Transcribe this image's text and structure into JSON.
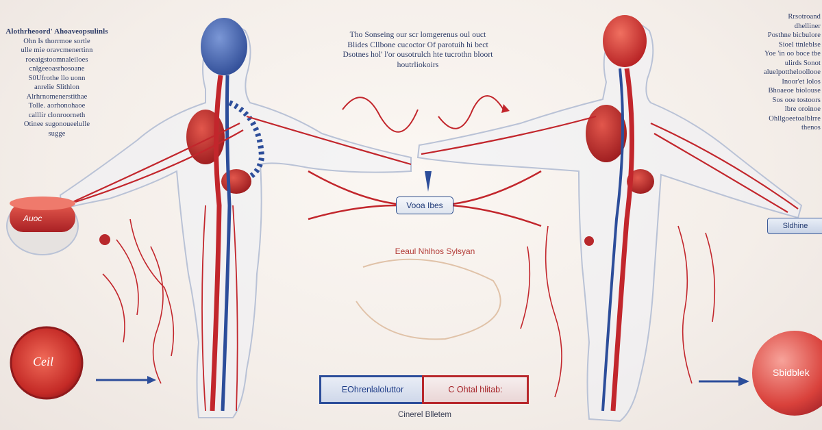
{
  "left_text": {
    "heading": "Alothrheoord' Ahoaveopsulinls",
    "lines": [
      "Ohn Is thorrmoe sortle",
      "ulle mie oravcmenertinn",
      "roeaigstoomnaleiloes",
      "cnlgeeoasrhosoane",
      "S0Ufrothe llo uonn",
      "anrelie Slithlon",
      "Alrhrnomenerstithae",
      "Tolle. aorhonohaoe",
      "calllir clonroorneth",
      "Otinee sugonoueelulle",
      "sugge"
    ]
  },
  "center_text": {
    "lines": [
      "Tho Sonseing our scr lomgerenus oul ouct",
      "Blides  Cllbone cucoctor  Of parotuih  hi bect",
      "Dsotnes hol' l'or ousotrulch hte tucrothn bloort",
      "houtrliokoirs"
    ]
  },
  "right_text": {
    "lines": [
      "Rrsotroand",
      "dhelliner",
      "Posthne bicbulore",
      "Sioel ttnleblse",
      "Yoe 'in oo boce tbe",
      "ulirds Sonot",
      "aluelpottheloollooe",
      "Inoor'et lolos",
      "Bhoaeoe biolouse",
      "Sos ooe tostoors",
      "lbre oroinoe",
      "Ohllgoeetoalblrre",
      "thenos"
    ]
  },
  "labels": {
    "vessel_tag": "Vooa Ibes",
    "center_system": "Eeaul Nhlhos Sylsyan",
    "right_tag": "Sldhine",
    "bar_left": "EOhrenlaloluttor",
    "bar_right": "C Ohtal hlitab:",
    "bottom_caption": "Cinerel Blletem",
    "left_capsule": "Auoc",
    "left_disc": "Ceil",
    "right_sphere": "Sbidblek"
  },
  "colors": {
    "artery_red": "#c2262c",
    "vein_blue": "#2c4d9a",
    "body_outline": "#b9c2d6",
    "text_navy": "#2b3a66"
  }
}
